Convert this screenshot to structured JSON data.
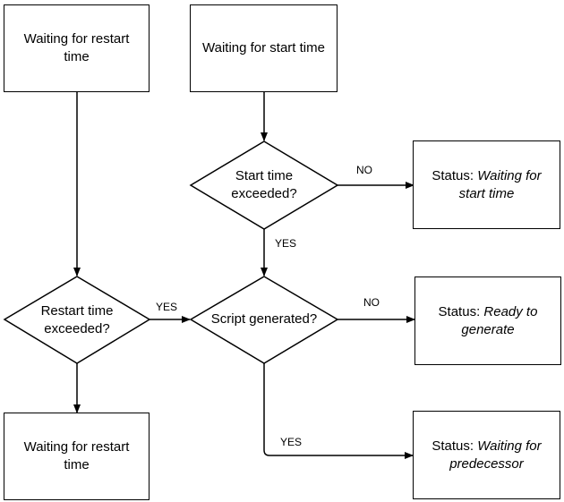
{
  "nodes": {
    "wait_restart_top": "Waiting for restart time",
    "wait_start": "Waiting for start time",
    "start_exceeded": "Start time exceeded?",
    "restart_exceeded": "Restart time exceeded?",
    "script_generated": "Script generated?",
    "wait_restart_bottom": "Waiting for restart time",
    "status_waiting_start": {
      "prefix": "Status: ",
      "value": "Waiting for start time"
    },
    "status_ready": {
      "prefix": "Status: ",
      "value": "Ready to generate"
    },
    "status_predecessor": {
      "prefix": "Status: ",
      "value": "Waiting for predecessor"
    }
  },
  "edge_labels": {
    "start_no": "NO",
    "start_yes": "YES",
    "restart_yes": "YES",
    "script_no": "NO",
    "script_yes": "YES"
  }
}
